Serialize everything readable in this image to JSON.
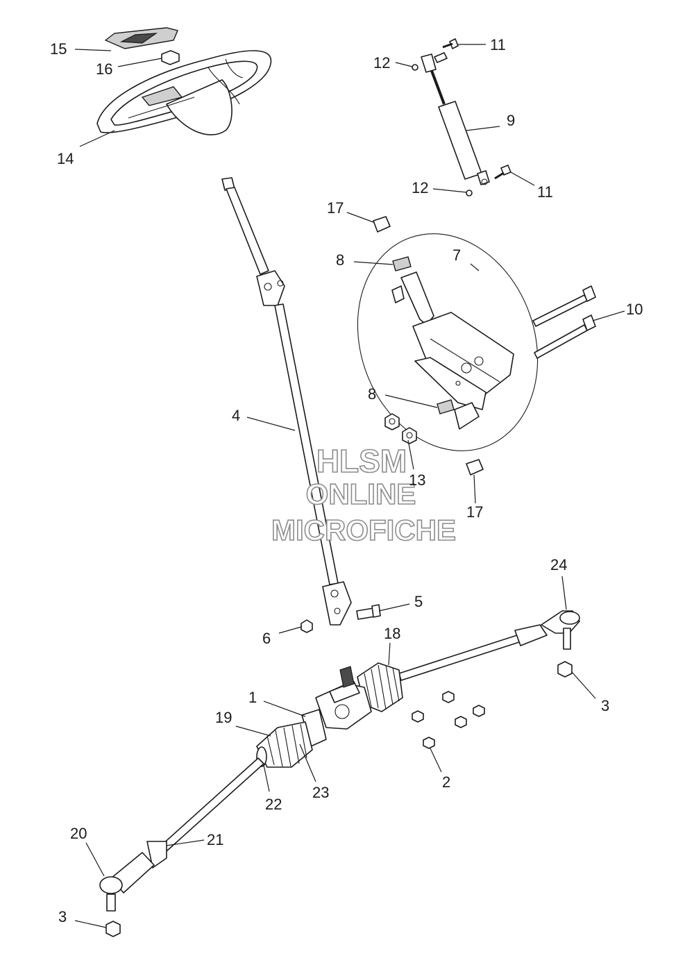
{
  "watermark": {
    "line1": "HLSM",
    "line2": "ONLINE",
    "line3": "MICROFICHE"
  },
  "callouts": {
    "c1": "1",
    "c2": "2",
    "c3_right": "3",
    "c3_left": "3",
    "c4": "4",
    "c5": "5",
    "c6": "6",
    "c7": "7",
    "c8_top": "8",
    "c8_bottom": "8",
    "c9": "9",
    "c10": "10",
    "c11_top": "11",
    "c11_bottom": "11",
    "c12_top": "12",
    "c12_bottom": "12",
    "c13": "13",
    "c14": "14",
    "c15": "15",
    "c16": "16",
    "c17_top": "17",
    "c17_bottom": "17",
    "c18": "18",
    "c19": "19",
    "c20": "20",
    "c21": "21",
    "c22": "22",
    "c23": "23",
    "c24": "24"
  },
  "colors": {
    "line": "#1a1a1a",
    "watermark_outline": "#8c8c8c",
    "background": "#ffffff"
  }
}
